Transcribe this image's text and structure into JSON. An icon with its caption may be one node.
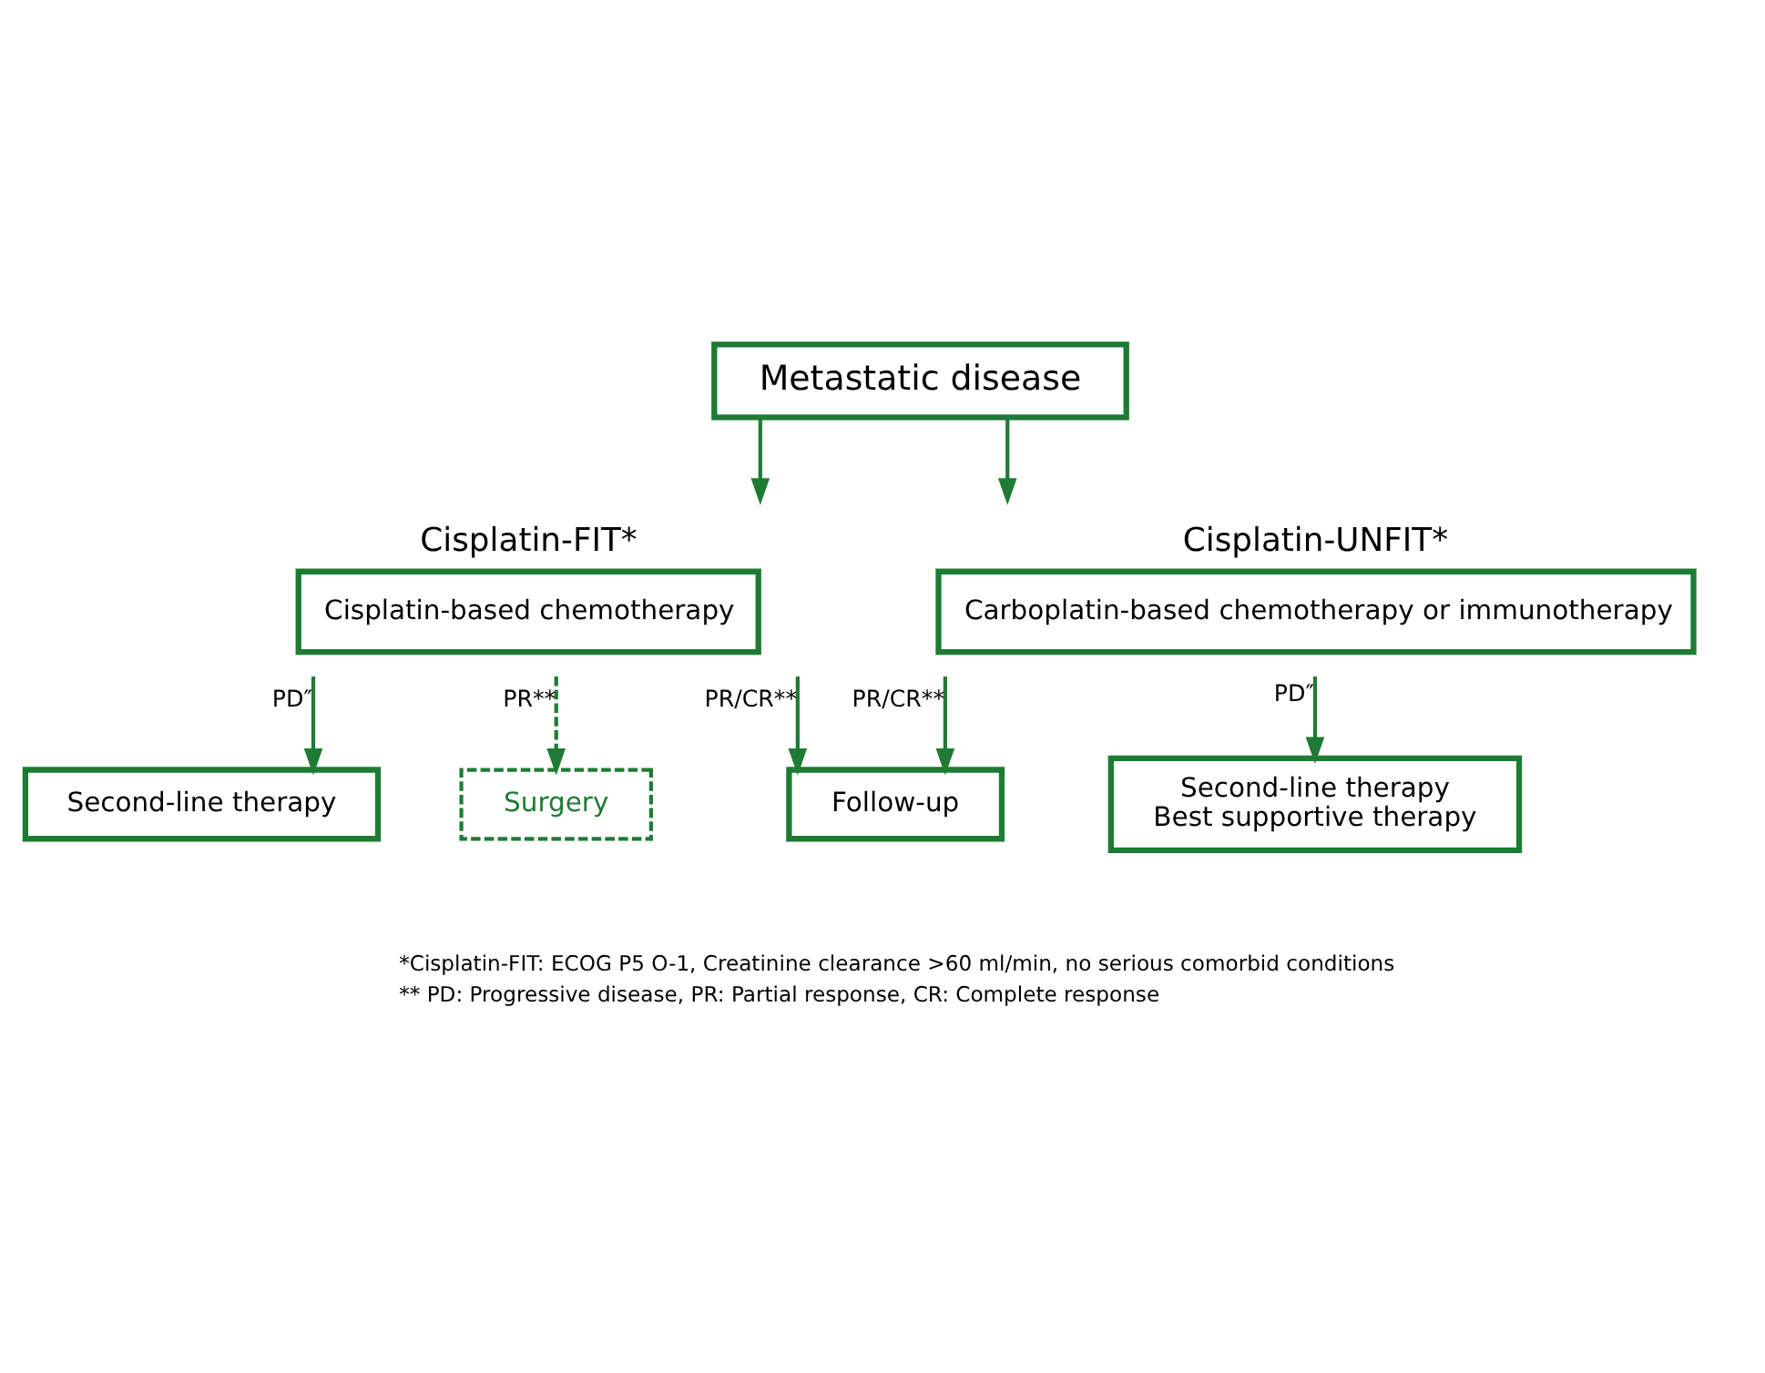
{
  "diagram": {
    "nodes": [
      {
        "text": [
          "Metastatic disease"
        ]
      },
      {
        "text": [
          "Cisplatin-FIT*",
          "Cisplatin-based chemotherapy"
        ]
      },
      {
        "text": [
          "Cisplatin-UNFIT*",
          "Carboplatin-based chemotherapy or immunotherapy"
        ]
      },
      {
        "text": [
          "Second-line therapy"
        ]
      },
      {
        "text": [
          "Surgery"
        ]
      },
      {
        "text": [
          "Second-line therapy",
          "Best supportive therapy"
        ]
      },
      {
        "text": [
          "Follow-up"
        ]
      }
    ],
    "edges": [
      {
        "from": 0,
        "to": 1,
        "arrow": "to"
      },
      {
        "from": 0,
        "to": 2,
        "arrow": "to"
      },
      {
        "from": 1,
        "to": 3,
        "arrow": "to",
        "label": "PD″"
      },
      {
        "from": 1,
        "to": 4,
        "arrow": "to",
        "label": "PR**",
        "style": "dashed"
      },
      {
        "from": 1,
        "to": 6,
        "arrow": "to",
        "label": "PR/CR**"
      },
      {
        "from": 2,
        "to": 5,
        "arrow": "to",
        "label": "PD″"
      },
      {
        "from": 2,
        "to": 6,
        "arrow": "to",
        "label": "PR/CR**"
      }
    ],
    "labels": [
      "*Cisplatin-FIT: ECOG P5 O-1, Creatinine clearance >60 ml/min, no serious comorbid conditions",
      "** PD: Progressive disease, PR: Partial response, CR: Complete response"
    ]
  }
}
